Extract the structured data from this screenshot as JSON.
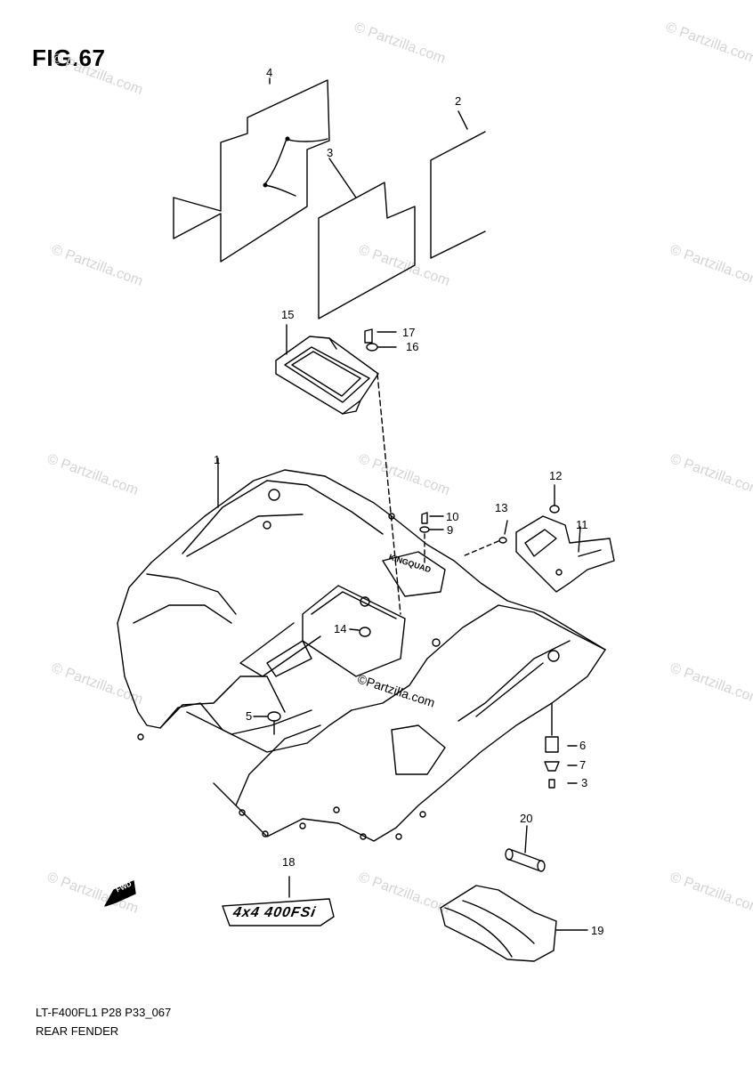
{
  "figure_title": "FIG.67",
  "watermark": "© Partzilla.com",
  "center_watermark": "©Partzilla.com",
  "callouts": [
    "1",
    "2",
    "3",
    "4",
    "5",
    "6",
    "7",
    "3",
    "9",
    "10",
    "11",
    "12",
    "13",
    "14",
    "15",
    "16",
    "17",
    "18",
    "19",
    "20"
  ],
  "footer": {
    "model_code": "LT-F400FL1 P28 P33_067",
    "section_name": "REAR FENDER"
  },
  "fwd_label": "FWD",
  "emblem_text": "4x4 400FSi",
  "fender_text": "KINGQUAD"
}
